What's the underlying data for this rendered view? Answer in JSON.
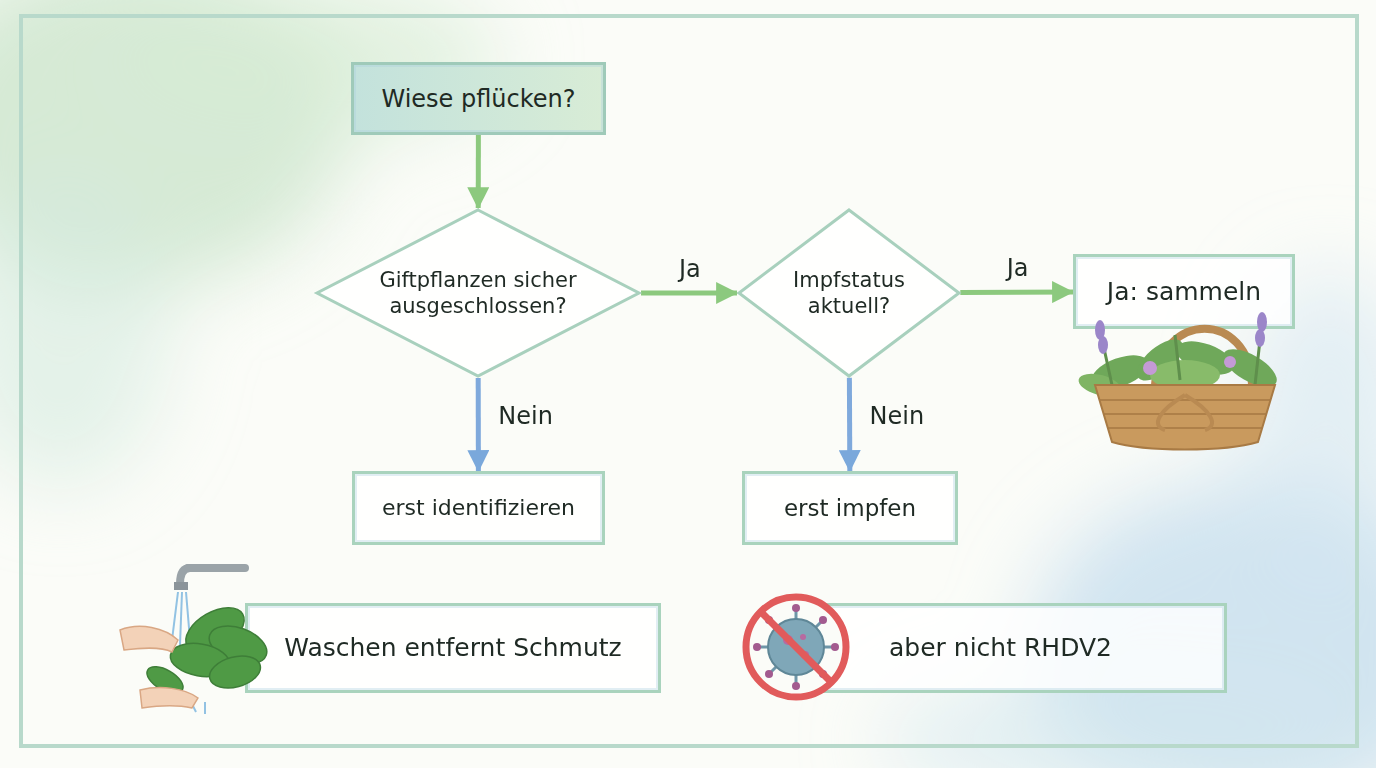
{
  "diagram": {
    "nodes": [
      {
        "text": [
          "Wiese pflücken?"
        ]
      },
      {
        "text": [
          "Giftpflanzen sicher ausgeschlossen?"
        ]
      },
      {
        "text": [
          "Impfstatus aktuell?"
        ]
      },
      {
        "text": [
          "Ja: sammeln"
        ]
      },
      {
        "text": [
          "erst identifizieren"
        ]
      },
      {
        "text": [
          "erst impfen"
        ]
      },
      {
        "text": [
          "Waschen entfernt Schmutz"
        ]
      },
      {
        "text": [
          "aber nicht RHDV2"
        ]
      }
    ],
    "edges": [
      {
        "from": 0,
        "to": 1,
        "arrow": "to"
      },
      {
        "from": 1,
        "to": 2,
        "label": "Ja",
        "arrow": "to"
      },
      {
        "from": 2,
        "to": 3,
        "label": "Ja",
        "arrow": "to"
      },
      {
        "from": 1,
        "to": 4,
        "label": "Nein",
        "arrow": "to"
      },
      {
        "from": 2,
        "to": 5,
        "label": "Nein",
        "arrow": "to"
      }
    ]
  }
}
